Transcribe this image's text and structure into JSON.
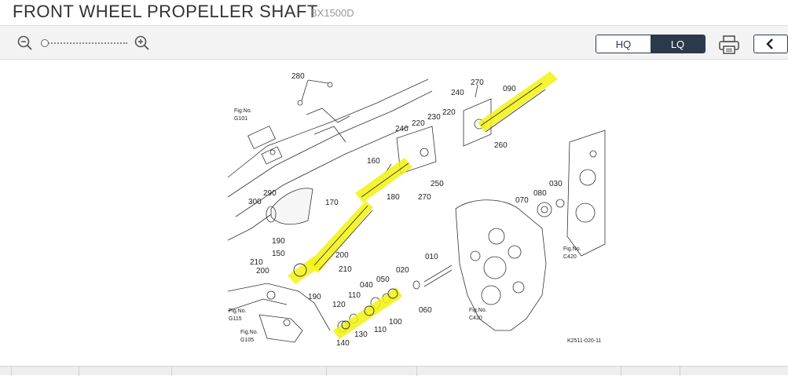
{
  "header": {
    "title_cut": ")",
    "title": "FRONT WHEEL PROPELLER SHAFT",
    "model": "BX1500D"
  },
  "toolbar": {
    "zoom_out_icon": "zoom-out-icon",
    "zoom_in_icon": "zoom-in-icon",
    "zoom_level": 0,
    "quality": {
      "hq_label": "HQ",
      "lq_label": "LQ",
      "selected": "LQ"
    },
    "print_icon": "printer-icon",
    "back_icon": "chevron-left-icon"
  },
  "diagram": {
    "highlight_color": "#f2f20f",
    "part_labels": [
      "280",
      "270",
      "090",
      "240",
      "230",
      "220",
      "240",
      "220",
      "260",
      "160",
      "250",
      "270",
      "180",
      "290",
      "300",
      "170",
      "070",
      "080",
      "030",
      "190",
      "150",
      "200",
      "210",
      "200",
      "210",
      "010",
      "190",
      "020",
      "040",
      "050",
      "110",
      "060",
      "120",
      "100",
      "110",
      "130",
      "140"
    ],
    "fig_refs": [
      {
        "line1": "Fig.No.",
        "line2": "G101"
      },
      {
        "line1": "Fig.No.",
        "line2": "C420"
      },
      {
        "line1": "Fig.No.",
        "line2": "C420"
      },
      {
        "line1": "Fig.No.",
        "line2": "G115"
      },
      {
        "line1": "Fig.No.",
        "line2": "G105"
      }
    ],
    "drawing_code": "K2511-020-11"
  }
}
